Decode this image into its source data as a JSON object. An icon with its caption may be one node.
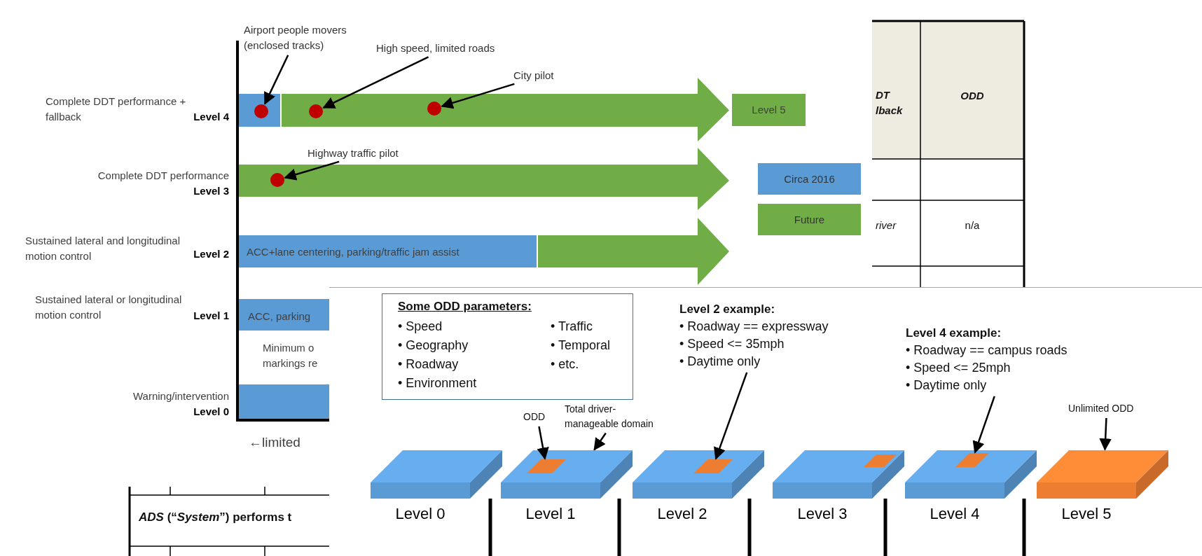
{
  "diagram": {
    "nodes": [
      {
        "text": [
          "Airport people movers (enclosed tracks)"
        ]
      },
      {
        "text": [
          "High speed, limited roads"
        ]
      },
      {
        "text": [
          "City pilot"
        ]
      },
      {
        "text": [
          "Highway traffic pilot"
        ]
      },
      {
        "text": [],
        "shape": "circle"
      },
      {
        "text": [],
        "shape": "circle"
      },
      {
        "text": [],
        "shape": "circle"
      },
      {
        "text": [],
        "shape": "circle"
      },
      {
        "text": [
          "Some ODD parameters:",
          "• Speed",
          "• Geography",
          "• Roadway",
          "• Environment",
          "• Traffic",
          "• Temporal",
          "• etc."
        ]
      },
      {
        "text": [
          "Level 2 example:",
          "• Roadway == expressway",
          "• Speed <= 35mph",
          "• Daytime only"
        ]
      },
      {
        "text": [
          "Level 4 example:",
          "• Roadway == campus roads",
          "• Speed <= 25mph",
          "• Daytime only"
        ]
      },
      {
        "text": [
          "ODD"
        ]
      },
      {
        "text": [
          "Total driver-manageable domain"
        ]
      },
      {
        "text": [
          "Unlimited ODD"
        ]
      },
      {
        "text": [
          "Level 0"
        ]
      },
      {
        "text": [
          "Level 1"
        ]
      },
      {
        "text": [],
        "shape": "box",
        "in": 15
      },
      {
        "text": [
          "Level 2"
        ]
      },
      {
        "text": [],
        "shape": "box",
        "in": 17
      },
      {
        "text": [
          "Level 3"
        ]
      },
      {
        "text": [],
        "shape": "box",
        "in": 19
      },
      {
        "text": [
          "Level 4"
        ]
      },
      {
        "text": [],
        "shape": "box",
        "in": 21
      },
      {
        "text": [
          "Level 5"
        ]
      }
    ],
    "edges": [
      {
        "from": 0,
        "to": 4,
        "arrow": "to"
      },
      {
        "from": 1,
        "to": 5,
        "arrow": "to"
      },
      {
        "from": 2,
        "to": 6,
        "arrow": "to"
      },
      {
        "from": 3,
        "to": 7,
        "arrow": "to"
      },
      {
        "from": 11,
        "to": 16,
        "arrow": "to"
      },
      {
        "from": 12,
        "to": 15,
        "arrow": "to"
      },
      {
        "from": 9,
        "to": 18,
        "arrow": "to"
      },
      {
        "from": 10,
        "to": 22,
        "arrow": "to"
      },
      {
        "from": 13,
        "to": 23,
        "arrow": "to"
      }
    ],
    "labels": [
      "Complete DDT performance + fallback",
      "Level 4",
      "Complete DDT performance",
      "Level 3",
      "Sustained lateral and longitudinal motion control",
      "Level 2",
      "ACC+lane centering, parking/traffic jam assist",
      "Level 5",
      "DT lback",
      "ODD",
      "river",
      "n/a",
      "Sustained lateral or longitudinal motion control",
      "Level 1",
      "ACC, parking",
      "Minimum o markings re",
      "Warning/intervention",
      "Level 0",
      "←limited",
      "*ADS* (“*System*”) performs t"
    ],
    "legend": [
      {
        "text": "Circa 2016",
        "color": "#5b9bd5"
      },
      {
        "text": "Future",
        "color": "#70ad47"
      }
    ]
  }
}
